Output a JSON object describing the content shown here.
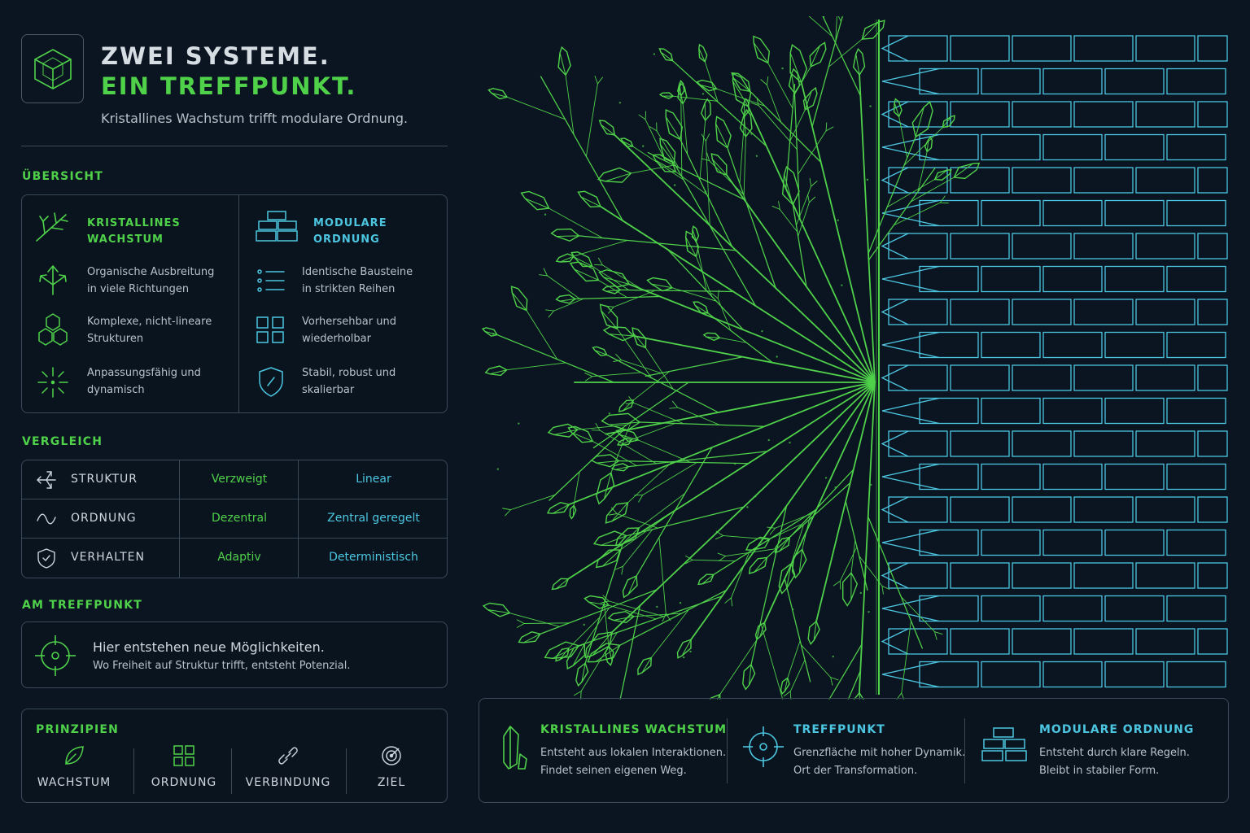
{
  "header": {
    "title_line1": "ZWEI SYSTEME.",
    "title_line2": "EIN TREFFPUNKT.",
    "subtitle": "Kristallines Wachstum trifft modulare Ordnung."
  },
  "overview": {
    "heading": "ÜBERSICHT",
    "left": {
      "title_line1": "KRISTALLINES",
      "title_line2": "WACHSTUM",
      "items": [
        {
          "line1": "Organische Ausbreitung",
          "line2": "in viele Richtungen",
          "icon": "arrows-spread-icon"
        },
        {
          "line1": "Komplexe, nicht-lineare",
          "line2": "Strukturen",
          "icon": "hexagons-icon"
        },
        {
          "line1": "Anpassungsfähig und",
          "line2": "dynamisch",
          "icon": "burst-icon"
        }
      ]
    },
    "right": {
      "title_line1": "MODULARE",
      "title_line2": "ORDNUNG",
      "items": [
        {
          "line1": "Identische Bausteine",
          "line2": "in strikten Reihen",
          "icon": "list-icon"
        },
        {
          "line1": "Vorhersehbar und",
          "line2": "wiederholbar",
          "icon": "grid-icon"
        },
        {
          "line1": "Stabil, robust und",
          "line2": "skalierbar",
          "icon": "shield-icon"
        }
      ]
    }
  },
  "comparison": {
    "heading": "VERGLEICH",
    "rows": [
      {
        "label": "STRUKTUR",
        "crystal": "Verzweigt",
        "modular": "Linear",
        "icon": "arrows-icon"
      },
      {
        "label": "ORDNUNG",
        "crystal": "Dezentral",
        "modular": "Zentral geregelt",
        "icon": "wave-icon"
      },
      {
        "label": "VERHALTEN",
        "crystal": "Adaptiv",
        "modular": "Deterministisch",
        "icon": "shield-check-icon"
      }
    ]
  },
  "meeting": {
    "heading": "AM TREFFPUNKT",
    "line1": "Hier entstehen neue Möglichkeiten.",
    "line2": "Wo Freiheit auf Struktur trifft, entsteht Potenzial."
  },
  "principles": {
    "heading": "PRINZIPIEN",
    "items": [
      {
        "label": "WACHSTUM",
        "icon": "leaf-icon"
      },
      {
        "label": "ORDNUNG",
        "icon": "grid-icon"
      },
      {
        "label": "VERBINDUNG",
        "icon": "link-icon"
      },
      {
        "label": "ZIEL",
        "icon": "target-icon"
      }
    ]
  },
  "legend": {
    "items": [
      {
        "title": "KRISTALLINES WACHSTUM",
        "line1": "Entsteht aus lokalen Interaktionen.",
        "line2": "Findet seinen eigenen Weg.",
        "icon": "crystal-icon"
      },
      {
        "title": "TREFFPUNKT",
        "line1": "Grenzfläche mit hoher Dynamik.",
        "line2": "Ort der Transformation.",
        "icon": "crosshair-icon"
      },
      {
        "title": "MODULARE ORDNUNG",
        "line1": "Entsteht durch klare Regeln.",
        "line2": "Bleibt in stabiler Form.",
        "icon": "bricks-icon"
      }
    ]
  },
  "colors": {
    "background": "#0b1521",
    "crystal_green": "#4fd14a",
    "modular_cyan": "#4cc6e0",
    "border": "#3b4a58"
  }
}
